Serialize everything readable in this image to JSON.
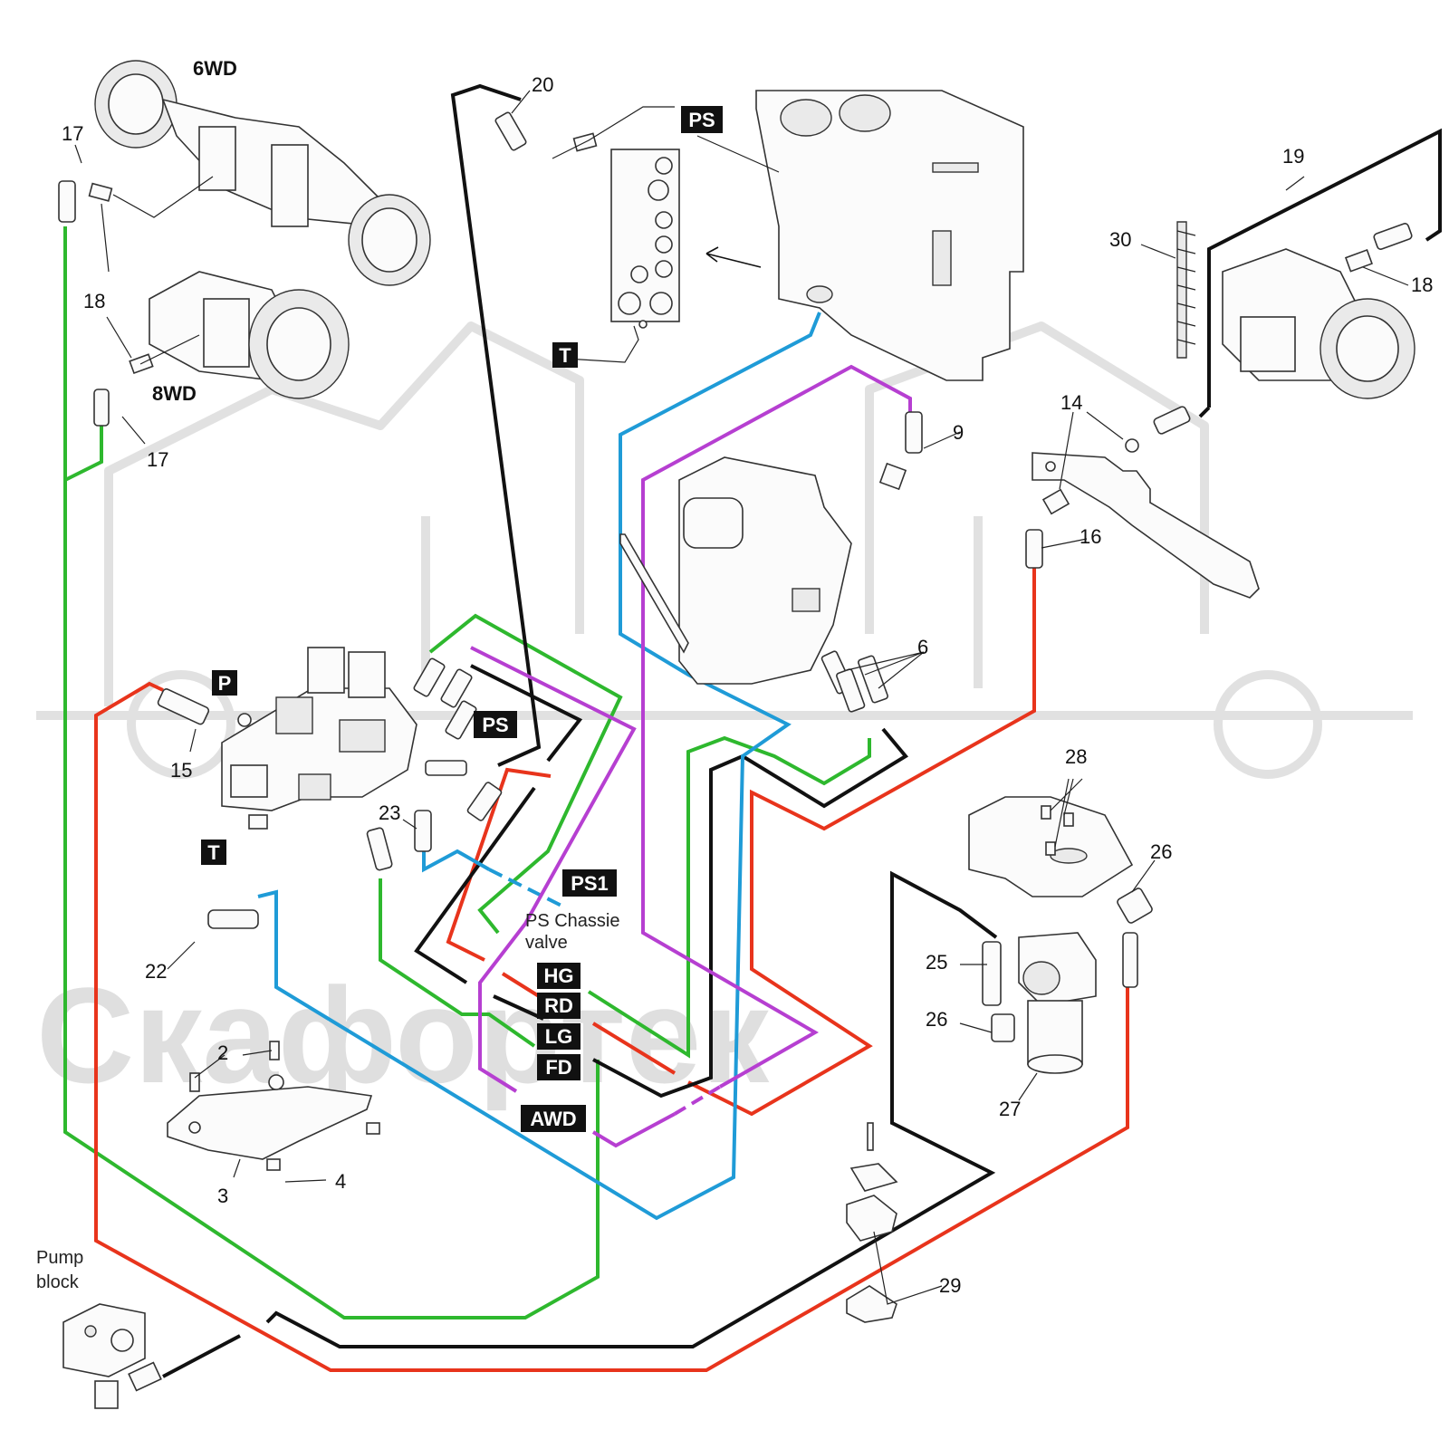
{
  "colors": {
    "pressure": "#e8341c",
    "return": "#111111",
    "supply": "#2eb82e",
    "tank": "#1f9bd7",
    "awd": "#b63fd1",
    "watermark": "#dcdcdc"
  },
  "watermark": {
    "text": "Скафортек"
  },
  "variants": {
    "six_wd": "6WD",
    "eight_wd": "8WD"
  },
  "tags": {
    "ps_top": "PS",
    "t_top": "T",
    "p": "P",
    "ps_mid": "PS",
    "t_left": "T",
    "ps1": "PS1",
    "hg": "HG",
    "rd": "RD",
    "lg": "LG",
    "fd": "FD",
    "awd": "AWD"
  },
  "notes": {
    "ps_chassie_valve_line1": "PS Chassie",
    "ps_chassie_valve_line2": "valve",
    "pump_block_line1": "Pump",
    "pump_block_line2": "block"
  },
  "callouts": {
    "c17_top": "17",
    "c18_top": "18",
    "c18_mid": "18",
    "c17_mid": "17",
    "c20": "20",
    "c19": "19",
    "c30": "30",
    "c18_right": "18",
    "c9": "9",
    "c14": "14",
    "c16": "16",
    "c6": "6",
    "c15": "15",
    "c23": "23",
    "c22": "22",
    "c28": "28",
    "c26_right": "26",
    "c25": "25",
    "c26_left": "26",
    "c27": "27",
    "c2": "2",
    "c3": "3",
    "c4": "4",
    "c29": "29"
  },
  "icons": [
    "valve-block-icon",
    "axle-icon",
    "filter-icon",
    "bracket-icon",
    "hose-fitting-icon",
    "clamp-icon",
    "pump-block-icon"
  ]
}
